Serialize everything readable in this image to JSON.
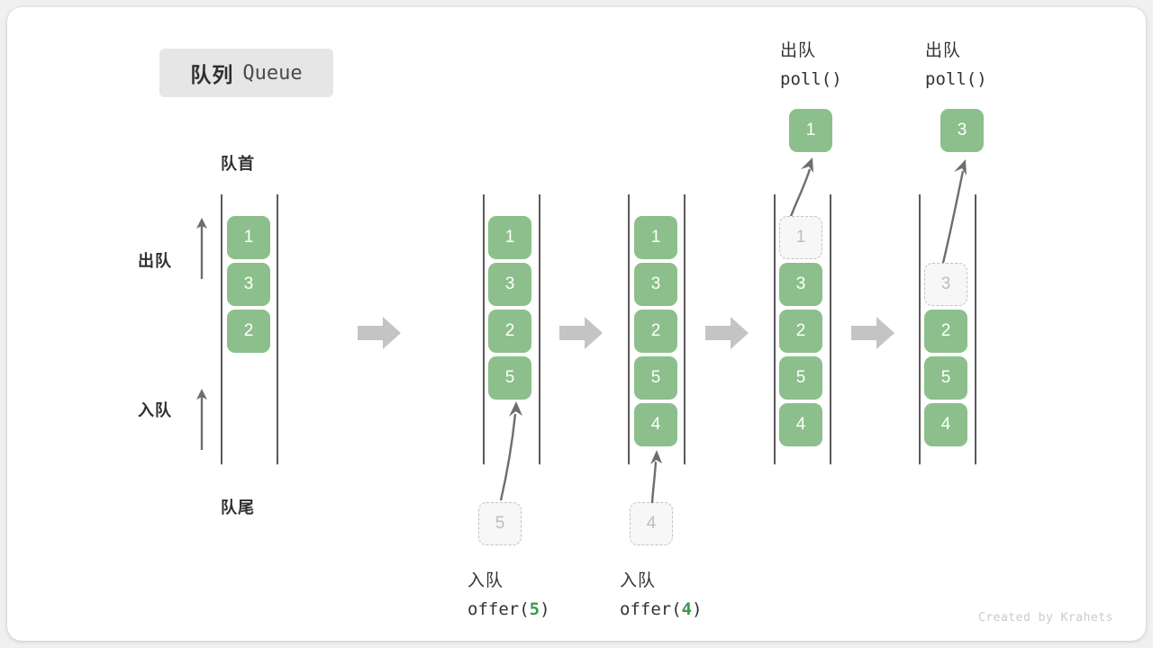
{
  "title": {
    "cn": "队列",
    "en": "Queue"
  },
  "axis_labels": {
    "front": "队首",
    "rear": "队尾",
    "dequeue": "出队",
    "enqueue": "入队"
  },
  "colors": {
    "element": "#8cbf8c",
    "ghost_fill": "#f7f7f7",
    "ghost_border": "#c2c2c2",
    "rail": "#5a5a5a",
    "arrow": "#6e6e6e",
    "block_arrow": "#c4c4c4",
    "text": "#2f2f2f",
    "code_green": "#3c9a4e",
    "badge_bg": "#e6e6e6"
  },
  "columns": [
    {
      "id": "initial",
      "items": [
        "1",
        "3",
        "2"
      ],
      "ghost_index": null,
      "header_cn": "",
      "header_code": "",
      "popped_value": "",
      "bottom_cn": "",
      "bottom_code": ""
    },
    {
      "id": "after-offer-5",
      "items": [
        "1",
        "3",
        "2",
        "5"
      ],
      "ghost_index": null,
      "header_cn": "",
      "header_code": "",
      "popped_value": "",
      "bottom_cn": "入队",
      "bottom_code_prefix": "offer(",
      "bottom_code_value": "5",
      "bottom_code_suffix": ")",
      "incoming_ghost": "5"
    },
    {
      "id": "after-offer-4",
      "items": [
        "1",
        "3",
        "2",
        "5",
        "4"
      ],
      "ghost_index": null,
      "header_cn": "",
      "header_code": "",
      "popped_value": "",
      "bottom_cn": "入队",
      "bottom_code_prefix": "offer(",
      "bottom_code_value": "4",
      "bottom_code_suffix": ")",
      "incoming_ghost": "4"
    },
    {
      "id": "poll-1",
      "items": [
        "1",
        "3",
        "2",
        "5",
        "4"
      ],
      "ghost_index": 0,
      "header_cn": "出队",
      "header_code": "poll()",
      "popped_value": "1",
      "bottom_cn": "",
      "bottom_code": ""
    },
    {
      "id": "poll-3",
      "items": [
        "3",
        "2",
        "5",
        "4"
      ],
      "ghost_index": 0,
      "ghost_slot": 1,
      "header_cn": "出队",
      "header_code": "poll()",
      "popped_value": "3",
      "bottom_cn": "",
      "bottom_code": ""
    }
  ],
  "watermark": "Created by Krahets"
}
